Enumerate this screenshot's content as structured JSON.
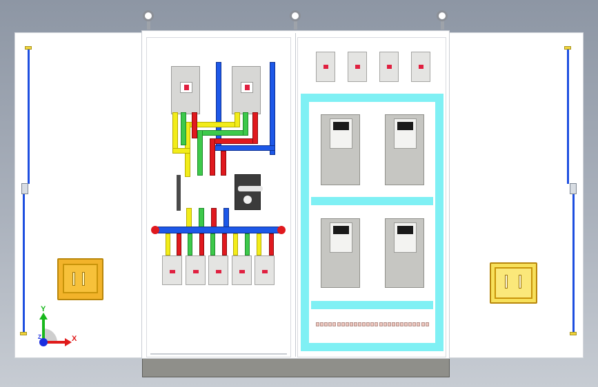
{
  "triad": {
    "x_label": "X",
    "y_label": "Y",
    "z_label": "Z",
    "x_color": "#e01b1b",
    "y_color": "#18b81c",
    "z_color": "#1a2ee0"
  },
  "colors": {
    "phase_yellow": "#f2ec1a",
    "phase_green": "#3dc94b",
    "phase_red": "#e0191e",
    "neutral_blue": "#1d58e8",
    "mounting_rail": "#7ff0f4",
    "handle": "#f2b32a",
    "door_panel": "#ffffff",
    "plinth": "#8f8f8a"
  },
  "components": {
    "main_breakers": 2,
    "top_small_breakers": 4,
    "bottom_mcbs": 5,
    "vfd_units": 4,
    "lifting_eyes": 3
  },
  "icons": [
    "lifting-eye-icon",
    "door-handle-icon",
    "coordinate-triad-icon",
    "hinge-icon"
  ]
}
